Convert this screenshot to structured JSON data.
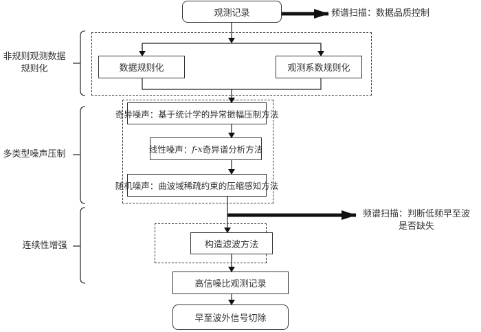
{
  "diagram": {
    "nodes": {
      "start": "观测记录",
      "data_regularization": "数据规则化",
      "geometry_regularization": "观测系数规则化",
      "singular_noise": "奇异噪声：基于统计学的异常振幅压制方法",
      "linear_noise_prefix": "线性噪声：",
      "linear_noise_fx": "f-x",
      "linear_noise_suffix": "奇异谱分析方法",
      "random_noise": "随机噪声：曲波域稀疏约束的压缩感知方法",
      "construct_filter": "构造滤波方法",
      "high_snr_record": "高信噪比观测记录",
      "cut_signal": "早至波外信号切除"
    },
    "annotations": {
      "spectrum_scan_quality": "频谱扫描：数据品质控制",
      "spectrum_scan_lowfreq_line1": "频谱扫描：判断低频早至波",
      "spectrum_scan_lowfreq_line2": "是否缺失"
    },
    "stages": {
      "irregular_regularization_line1": "非规则观测数据",
      "irregular_regularization_line2": "规则化",
      "multi_noise_suppression": "多类型噪声压制",
      "continuity_enhancement": "连续性增强"
    }
  }
}
